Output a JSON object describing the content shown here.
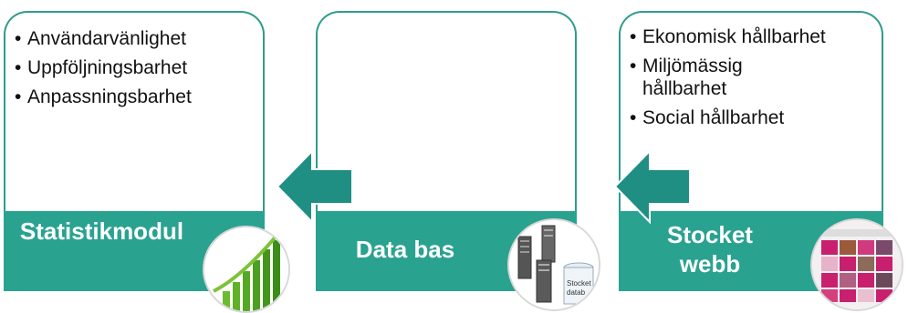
{
  "left": {
    "bullets": [
      "Användarvänlighet",
      "Uppföljningsbarhet",
      "Anpassningsbarhet"
    ],
    "title": "Statistikmodul",
    "icon": "growth-chart-icon"
  },
  "middle": {
    "bullets": [],
    "title": "Data bas",
    "icon": "server-database-icon",
    "db_text": "Stocket datab"
  },
  "right": {
    "bullets": [
      "Ekonomisk hållbarhet",
      "Miljömässig hållbarhet",
      "Social hållbarhet"
    ],
    "title": "Stocket webb",
    "icon": "website-thumbnail-icon"
  },
  "colors": {
    "teal": "#2aa290",
    "border": "#2f9c8c",
    "arrow": "#1f8f84"
  }
}
